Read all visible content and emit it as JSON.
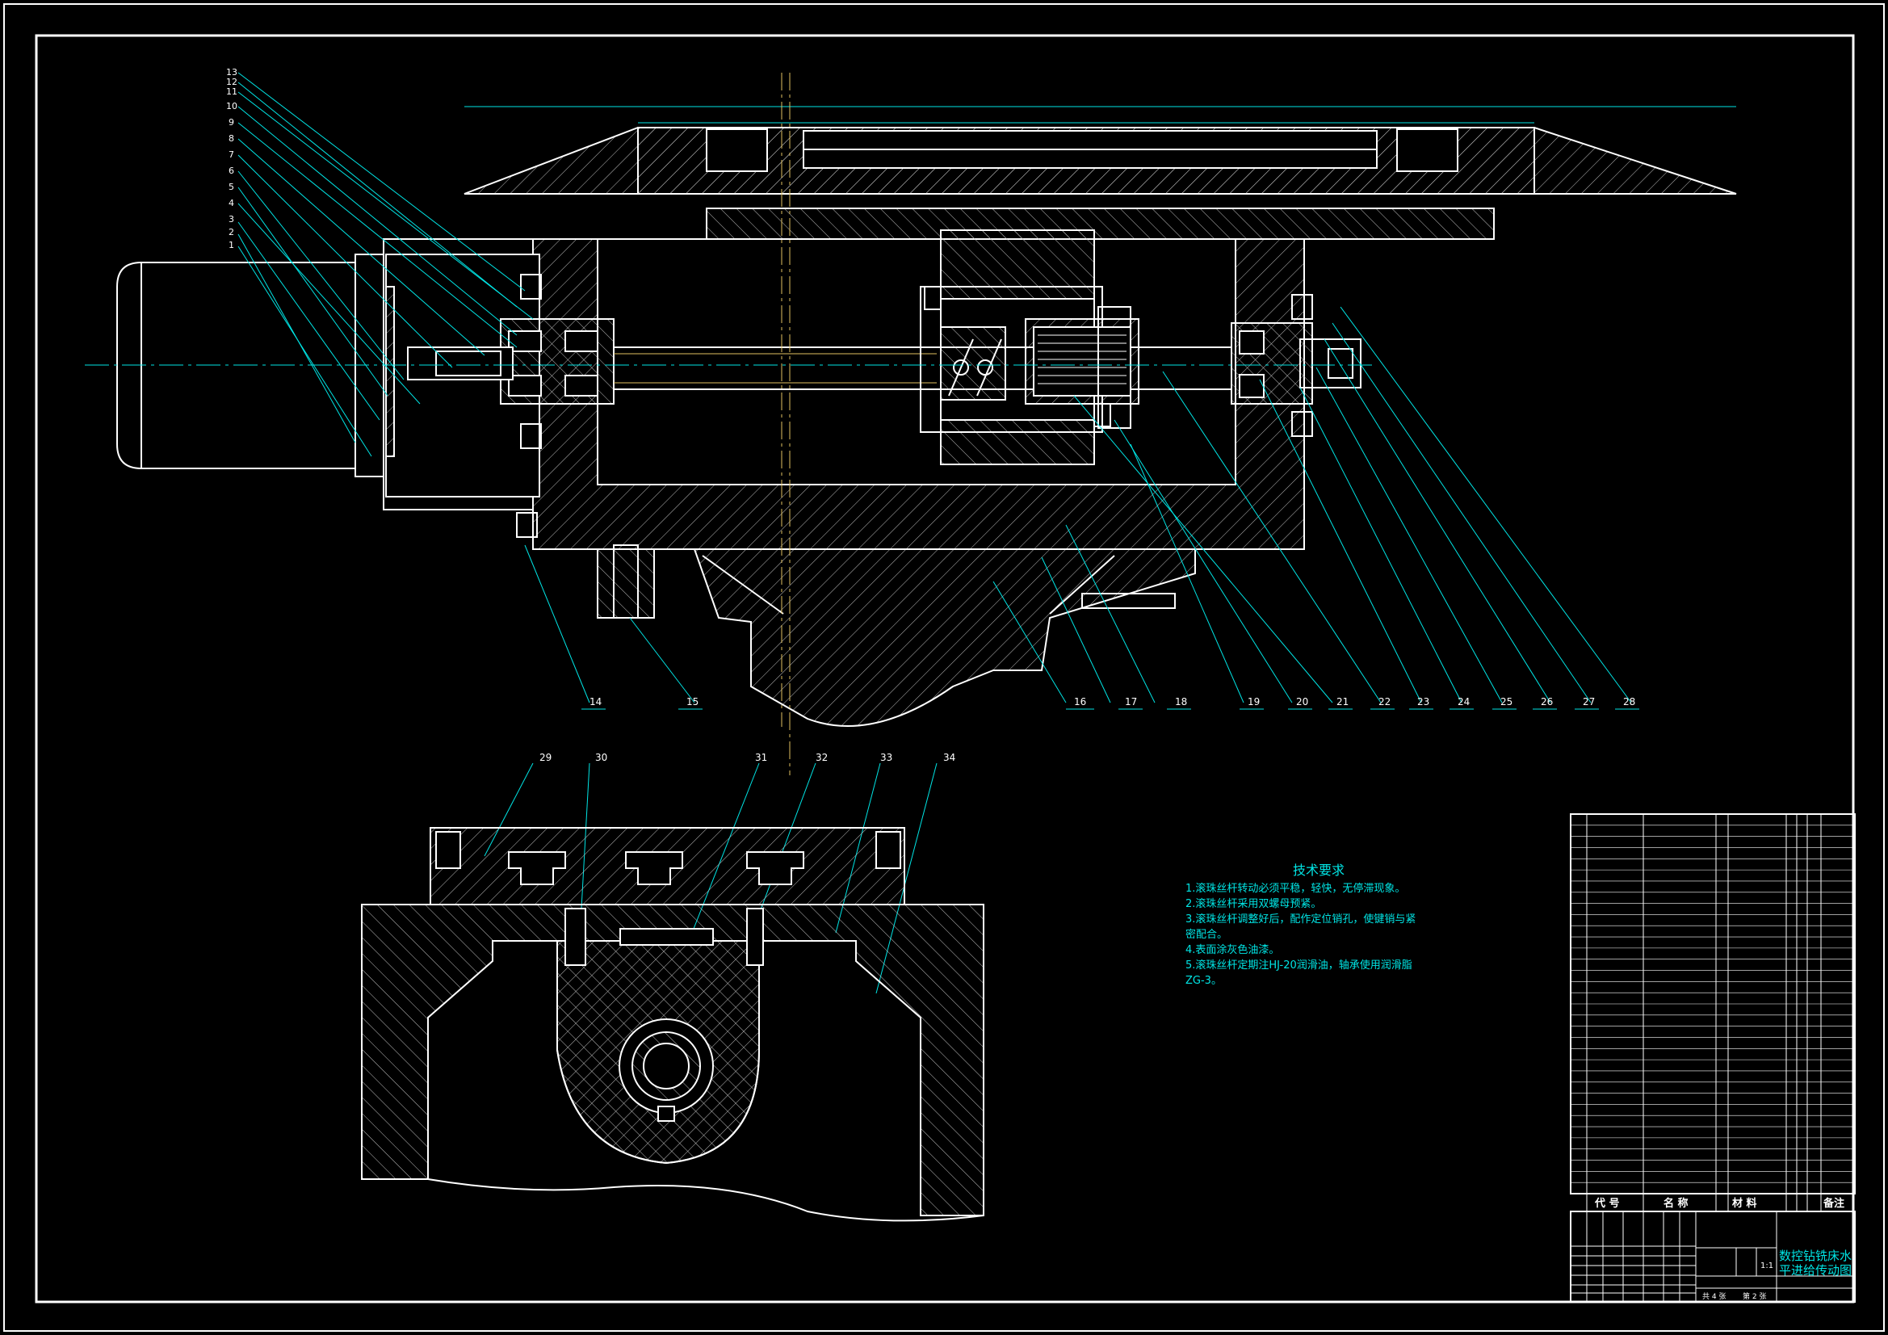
{
  "drawing": {
    "technical_requirements": {
      "title": "技术要求",
      "items": [
        "1.滚珠丝杆转动必须平稳，轻快，无停滞现象。",
        "2.滚珠丝杆采用双螺母预紧。",
        "3.滚珠丝杆调整好后，配作定位销孔，使键销与紧",
        "密配合。",
        "4.表面涂灰色油漆。",
        "5.滚珠丝杆定期注HJ-20润滑油，轴承使用润滑脂",
        "  ZG-3。"
      ]
    },
    "part_callouts_top_left": [
      "13",
      "12",
      "11",
      "10",
      "9",
      "8",
      "7",
      "6",
      "5",
      "4",
      "3",
      "2",
      "1"
    ],
    "part_callouts_bottom": [
      "14",
      "15",
      "16",
      "17",
      "18",
      "19",
      "20",
      "21",
      "22",
      "23",
      "24",
      "25",
      "26",
      "27",
      "28"
    ],
    "part_callouts_section": [
      "29",
      "30",
      "31",
      "32",
      "33",
      "34"
    ],
    "bom_header": {
      "code": "代 号",
      "name": "名 称",
      "material": "材 料",
      "remark": "备注"
    },
    "title_block": {
      "drawing_name_line1": "数控钻铣床水",
      "drawing_name_line2": "平进给传动图",
      "scale": "1:1",
      "sheets": "共 4 张",
      "sheet_no": "第 2 张"
    },
    "colors": {
      "background": "#000000",
      "lines": "#ffffff",
      "annotations": "#00e5e5",
      "centerline": "#e0c060",
      "hatch": "#c0c0c0"
    }
  }
}
